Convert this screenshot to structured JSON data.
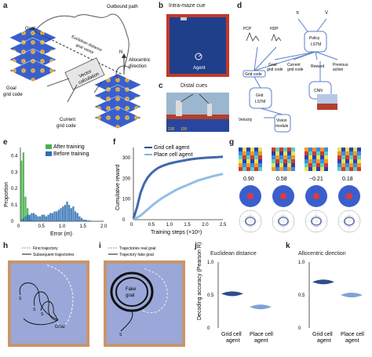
{
  "panels": {
    "a": {
      "label": "a",
      "goal": "Goal",
      "outbound": "Outbound path",
      "euclid1": "Euclidean distance",
      "euclid2": "goal vector",
      "north": "N",
      "allo1": "Allocentric",
      "allo2": "direction",
      "vec1": "Vector",
      "vec2": "calculation",
      "goal_grid1": "Goal",
      "goal_grid2": "grid code",
      "cur_grid1": "Current",
      "cur_grid2": "grid code"
    },
    "b": {
      "label": "b",
      "title": "Intra-maze cue",
      "agent": "Agent"
    },
    "c": {
      "label": "c",
      "title": "Distal cues",
      "hud_left": "100",
      "hud_right": "100"
    },
    "d": {
      "label": "d",
      "pi": "π",
      "v": "V",
      "policy1": "Policy",
      "policy2": "LSTM",
      "pcp": "PCP",
      "hdp": "HDP",
      "grid_code": "Grid code",
      "goal_grid1": "Goal",
      "goal_grid2": "grid code",
      "cur_grid1": "Current",
      "cur_grid2": "grid code",
      "reward": "Reward",
      "prev1": "Previous",
      "prev2": "action",
      "grid1": "Grid",
      "grid2": "LSTM",
      "cnn": "CNN",
      "velocity": "Velocity",
      "vision1": "Vision",
      "vision2": "module"
    },
    "g": {
      "label": "g",
      "values": [
        "0.90",
        "0.58",
        "−0.21",
        "0.18"
      ]
    },
    "h": {
      "label": "h",
      "legend1": "First trajectory",
      "legend2": "Subsequent trajectories",
      "goal": "Goal",
      "s": "S"
    },
    "i": {
      "label": "i",
      "legend1": "Trajectories real goal",
      "legend2": "Trajectory fake goal",
      "fake1": "Fake",
      "fake2": "goal",
      "s": "S"
    },
    "j": {
      "label": "j",
      "title": "Euclidean distance",
      "ylabel": "Decoding accuracy (Pearson R)"
    },
    "k": {
      "label": "k",
      "title": "Allocentric direction"
    }
  },
  "chart_data": [
    {
      "panel": "e",
      "type": "bar",
      "xlabel": "Error (m)",
      "ylabel": "Proportion",
      "xlim": [
        0,
        2.0
      ],
      "ylim": [
        0,
        0.45
      ],
      "xticks": [
        "0",
        "0.5",
        "1.0",
        "1.5",
        "2.0"
      ],
      "yticks": [
        "0",
        "0.1",
        "0.2",
        "0.3",
        "0.4"
      ],
      "bin_width": 0.05,
      "bin_starts": [
        0.0,
        0.05,
        0.1,
        0.15,
        0.2,
        0.25,
        0.3,
        0.35,
        0.4,
        0.45,
        0.5,
        0.55,
        0.6,
        0.65,
        0.7,
        0.75,
        0.8,
        0.85,
        0.9,
        0.95,
        1.0,
        1.05,
        1.1,
        1.15,
        1.2,
        1.25,
        1.3,
        1.35,
        1.4,
        1.45,
        1.5,
        1.55,
        1.6,
        1.65,
        1.7
      ],
      "series": [
        {
          "name": "After training",
          "color": "#4caf50",
          "values": [
            0.37,
            0.42,
            0.15,
            0.08,
            0.03,
            0.01,
            0.005,
            0,
            0,
            0,
            0,
            0,
            0,
            0,
            0,
            0,
            0,
            0,
            0,
            0,
            0,
            0,
            0,
            0,
            0,
            0,
            0,
            0,
            0,
            0,
            0,
            0,
            0,
            0,
            0
          ]
        },
        {
          "name": "Before training",
          "color": "#2f6fb3",
          "values": [
            0.01,
            0.02,
            0.03,
            0.04,
            0.04,
            0.05,
            0.05,
            0.04,
            0.03,
            0.03,
            0.04,
            0.04,
            0.03,
            0.04,
            0.05,
            0.05,
            0.06,
            0.06,
            0.07,
            0.08,
            0.09,
            0.1,
            0.12,
            0.1,
            0.08,
            0.09,
            0.06,
            0.05,
            0.03,
            0.02,
            0.01,
            0.01,
            0.005,
            0.005,
            0
          ]
        }
      ],
      "legend_position": "top-right"
    },
    {
      "panel": "f",
      "type": "line",
      "xlabel": "Training steps (×10⁹)",
      "ylabel": "Cumulative reward",
      "xlim": [
        0,
        2.5
      ],
      "ylim": [
        0,
        350
      ],
      "xticks": [
        "0",
        "0.5",
        "1.0",
        "1.5",
        "2.0",
        "2.5"
      ],
      "yticks": [
        "0",
        "100",
        "200",
        "300"
      ],
      "x": [
        0,
        0.1,
        0.2,
        0.3,
        0.4,
        0.5,
        0.6,
        0.7,
        0.8,
        0.9,
        1.0,
        1.2,
        1.4,
        1.6,
        1.8,
        2.0,
        2.2,
        2.4,
        2.5
      ],
      "series": [
        {
          "name": "Grid cell agent",
          "color": "#1f4e9e",
          "values": [
            5,
            60,
            130,
            175,
            205,
            225,
            240,
            252,
            260,
            266,
            272,
            280,
            287,
            293,
            297,
            300,
            302,
            304,
            305
          ]
        },
        {
          "name": "Place cell agent",
          "color": "#7fb3e3",
          "values": [
            3,
            10,
            20,
            35,
            50,
            65,
            80,
            92,
            105,
            115,
            125,
            145,
            160,
            175,
            190,
            200,
            210,
            218,
            222
          ]
        }
      ],
      "legend_position": "top-left"
    }
  ],
  "violins": {
    "j": {
      "categories": [
        "Grid cell agent",
        "Place cell agent"
      ],
      "values": [
        0.52,
        0.32
      ],
      "ylim": [
        0,
        1.0
      ],
      "yticks": [
        "0",
        "0.5",
        "1.0"
      ]
    },
    "k": {
      "categories": [
        "Grid cell agent",
        "Place cell agent"
      ],
      "values": [
        0.7,
        0.5
      ],
      "ylim": [
        0,
        1.0
      ],
      "yticks": [
        "0",
        "0.5",
        "1.0"
      ]
    }
  },
  "colors": {
    "arena_border": "#c0392b",
    "arena_floor": "#1f3f8a",
    "maze_frame": "#c9956c",
    "maze_floor": "#9aa7d8",
    "accent_blue": "#2f6fb3"
  }
}
